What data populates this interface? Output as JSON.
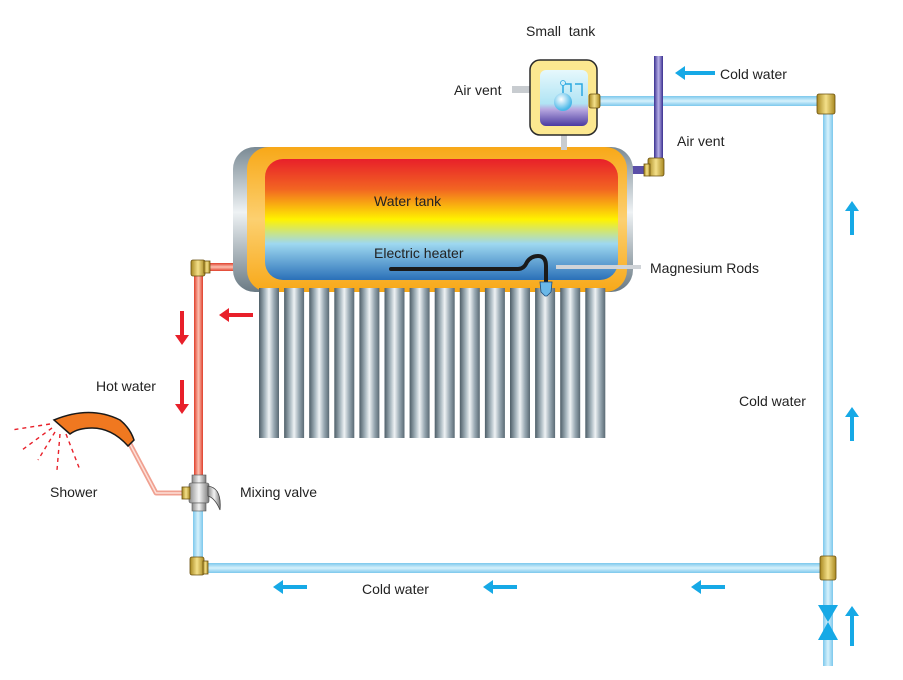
{
  "diagram": {
    "title": "Solar water heater system",
    "labels": {
      "small_tank": "Small  tank",
      "air_vent_left": "Air vent",
      "cold_water_top": "Cold water",
      "air_vent_right": "Air vent",
      "water_tank": "Water tank",
      "electric_heater": "Electric heater",
      "magnesium_rods": "Magnesium Rods",
      "hot_water": "Hot water",
      "shower": "Shower",
      "mixing_valve": "Mixing valve",
      "cold_water_right": "Cold water",
      "cold_water_bottom": "Cold water"
    },
    "vacuum_tube_count": 14,
    "colors": {
      "cold_pipe": "#9fdcf5",
      "hot_pipe": "#f07868",
      "vent_pipe": "#5a4fa8",
      "cold_arrow": "#16a9e6",
      "hot_arrow": "#e8202a",
      "tank_shell": "#f8b030",
      "fitting": "#d4b040",
      "shower_head": "#f07820"
    },
    "flow_arrows": [
      {
        "id": "cold-top",
        "direction": "left",
        "color": "cold"
      },
      {
        "id": "cold-right-1",
        "direction": "up",
        "color": "cold"
      },
      {
        "id": "cold-right-2",
        "direction": "up",
        "color": "cold"
      },
      {
        "id": "cold-inlet",
        "direction": "up",
        "color": "cold"
      },
      {
        "id": "cold-bottom-1",
        "direction": "left",
        "color": "cold"
      },
      {
        "id": "cold-bottom-2",
        "direction": "left",
        "color": "cold"
      },
      {
        "id": "cold-bottom-3",
        "direction": "left",
        "color": "cold"
      },
      {
        "id": "hot-from-tank",
        "direction": "left",
        "color": "hot"
      },
      {
        "id": "hot-down-1",
        "direction": "down",
        "color": "hot"
      },
      {
        "id": "hot-down-2",
        "direction": "down",
        "color": "hot"
      }
    ]
  }
}
